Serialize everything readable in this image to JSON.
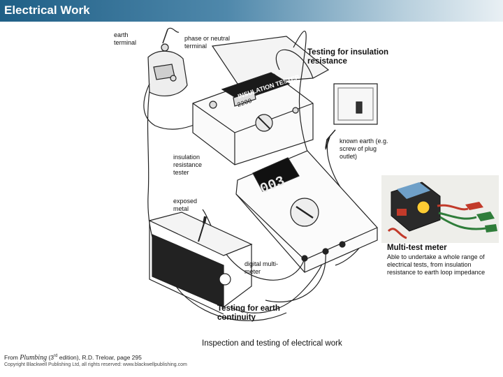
{
  "slide": {
    "title": "Electrical Work",
    "caption": "Inspection and testing of electrical work",
    "source_prefix": "From ",
    "source_book": "Plumbing",
    "source_edition_open": " (3",
    "source_edition_sup": "rd",
    "source_rest": " edition), R.D. Treloar, page 295",
    "copyright": "Copyright Blackwell Publishing Ltd, all rights reserved: www.blackwellpublishing.com"
  },
  "labels": {
    "earth_terminal": "earth terminal",
    "phase_terminal": "phase or neutral terminal",
    "testing_insulation": "Testing for insulation resistance",
    "known_earth": "known earth (e.g. screw of plug outlet)",
    "insulation_tester": "insulation resistance tester",
    "exposed_metal": "exposed metal",
    "digital_meter": "digital multi-meter",
    "testing_earth": "Testing for earth continuity",
    "multi_test_meter": "Multi-test meter",
    "multi_test_desc": "Able to undertake a whole range of electrical tests, from insulation resistance to earth loop impedance"
  },
  "device_text": {
    "tester_brand": "INSULATION TESTER",
    "tester_display": "2200",
    "meter_display": "003"
  }
}
